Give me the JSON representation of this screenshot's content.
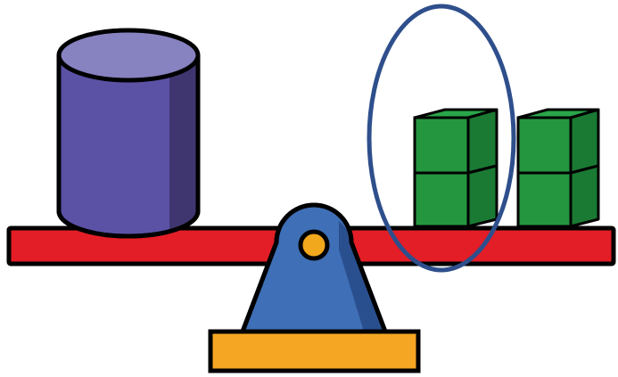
{
  "scene": {
    "background": "#ffffff",
    "description_icons": [
      "cylinder-icon",
      "cube-icon",
      "fulcrum-icon",
      "circle-highlight-icon"
    ]
  },
  "colors": {
    "outline": "#000000",
    "cylinder_top": "#8782c0",
    "cylinder_body": "#5b52a6",
    "cylinder_shadow": "#3f3670",
    "beam": "#e31e26",
    "fulcrum": "#3f6fb6",
    "fulcrum_shadow": "#2a4f8f",
    "pivot": "#f2a81d",
    "base": "#f5a623",
    "cube_front": "#24963f",
    "cube_top": "#2aa64a",
    "cube_side": "#1a7a33",
    "highlight_ring": "#2e4f8c"
  },
  "objects": {
    "left_pan": [
      {
        "type": "cylinder",
        "count": 1
      }
    ],
    "right_pan": [
      {
        "type": "cube-stack",
        "cubes": 2,
        "highlighted": true
      },
      {
        "type": "cube-stack",
        "cubes": 2,
        "highlighted": false
      }
    ]
  }
}
